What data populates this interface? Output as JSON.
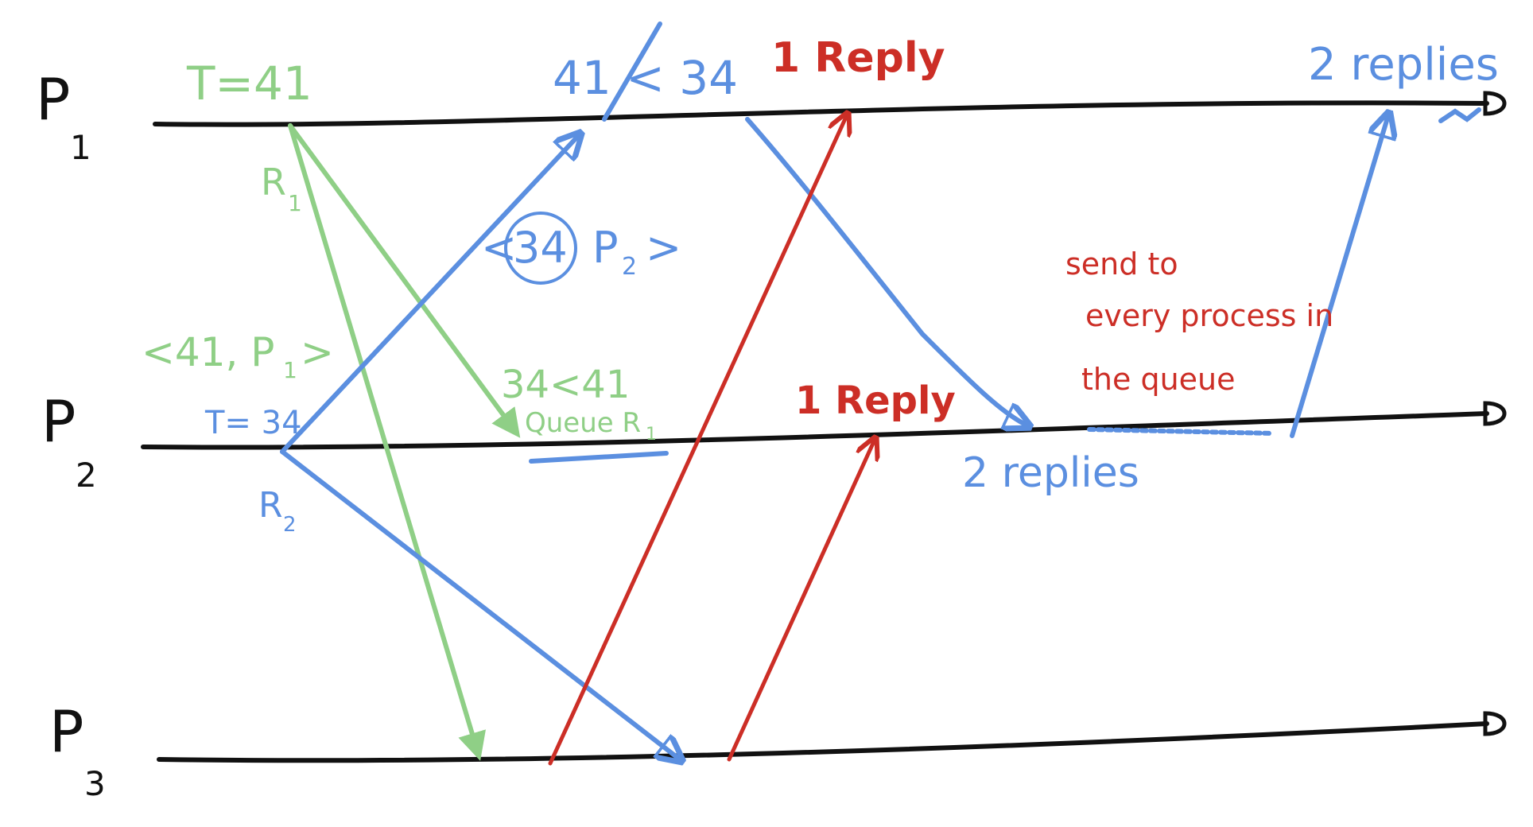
{
  "processes": [
    {
      "letter": "P",
      "index": "1"
    },
    {
      "letter": "P",
      "index": "2"
    },
    {
      "letter": "P",
      "index": "3"
    }
  ],
  "annotations": {
    "p1_timestamp": "T=41",
    "p1_request": "R",
    "p1_request_sub": "1",
    "p1_message": "<41, P",
    "p1_message_sub": "1",
    "p1_message_end": ">",
    "p2_timestamp": "T= 34",
    "p2_request": "R",
    "p2_request_sub": "2",
    "p2_message_open": "<",
    "p2_message_value": "34",
    "p2_message_pid": "P",
    "p2_message_pid_sub": "2",
    "p2_message_close": ">",
    "p1_compare": "41 < 34",
    "p2_compare": "34<41",
    "p2_queue": "Queue R",
    "p2_queue_sub": "1",
    "p1_reply_1": "1 Reply",
    "p2_reply_1": "1 Reply",
    "p2_replies_2": "2 replies",
    "p1_replies_2": "2 replies",
    "note_line1": "send to",
    "note_line2": "every process in",
    "note_line3": "the queue"
  },
  "colors": {
    "timeline": "#111111",
    "process_1_messages": "#8fcf86",
    "process_2_messages": "#5b8fe0",
    "reply_messages": "#cc2e26",
    "note": "#cc2e26"
  }
}
